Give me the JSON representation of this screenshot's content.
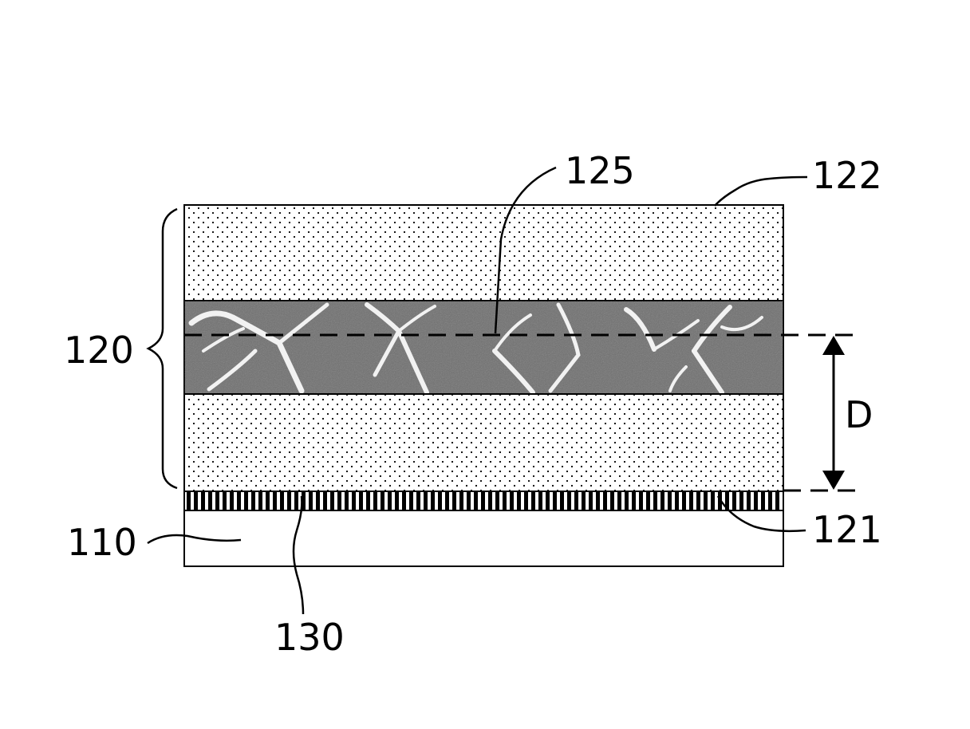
{
  "labels": {
    "top_layer": "122",
    "middle_line": "125",
    "stack": "120",
    "distance": "D",
    "bottom_surface": "121",
    "substrate": "110",
    "interface": "130"
  },
  "colors": {
    "stroke": "#000000",
    "dots": "#000000",
    "porous_dark": "#6e6e6e",
    "porous_crack": "#f2f2f2",
    "background": "#ffffff"
  }
}
